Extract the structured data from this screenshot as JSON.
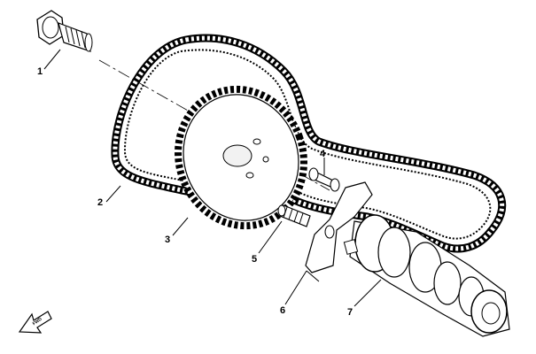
{
  "callouts": [
    {
      "id": "1",
      "label": "1"
    },
    {
      "id": "2",
      "label": "2"
    },
    {
      "id": "3",
      "label": "3"
    },
    {
      "id": "4",
      "label": "4"
    },
    {
      "id": "5",
      "label": "5"
    },
    {
      "id": "6",
      "label": "6"
    },
    {
      "id": "7",
      "label": "7"
    }
  ],
  "orientation": {
    "label": "FWD",
    "icon": "front-arrow-icon"
  },
  "colors": {
    "line": "#000000",
    "background": "#ffffff",
    "shade": "#e6e6e6"
  }
}
